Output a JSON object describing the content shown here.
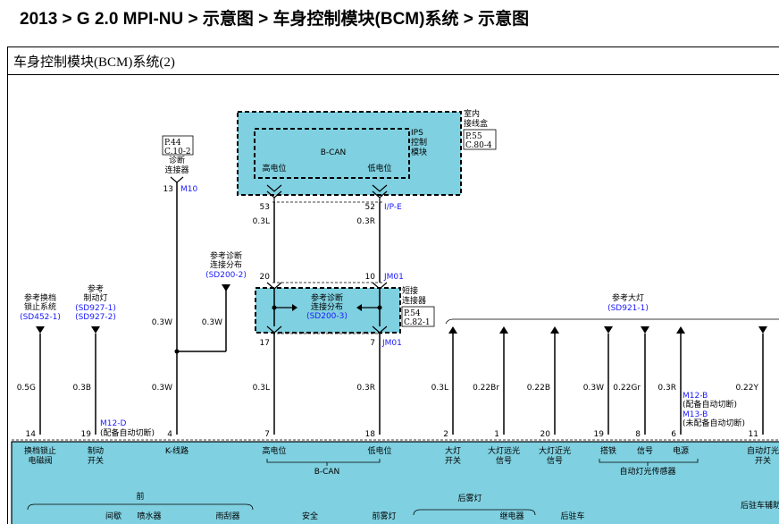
{
  "header": {
    "breadcrumb": "2013 > G 2.0 MPI-NU > 示意图 > 车身控制模块(BCM)系统 > 示意图",
    "subtitle": "车身控制模块(BCM)系统(2)"
  },
  "diagram": {
    "colors": {
      "module_fill": "#7fd0e0",
      "link_text": "#1a1aff",
      "wire": "#000000"
    },
    "junction_box": {
      "label": [
        "室内",
        "接线盒"
      ],
      "ref": [
        "P.55",
        "C.80-4"
      ],
      "ips": [
        "IPS",
        "控制",
        "模块"
      ],
      "bus": "B-CAN",
      "pins": [
        "高电位",
        "低电位"
      ]
    },
    "diag_connector": {
      "ref": [
        "P.44",
        "C.10-2"
      ],
      "label": [
        "诊断",
        "连接器"
      ],
      "pin": "13",
      "conn": "M10"
    },
    "ref_diag_left": {
      "label": [
        "参考诊断",
        "连接分布"
      ],
      "ref": "(SD200-2)"
    },
    "upper_wires": [
      {
        "pin": "53",
        "color": "0.3L"
      },
      {
        "pin": "52",
        "color": "0.3R",
        "conn": "I/P-E"
      }
    ],
    "short_connector": {
      "label": [
        "短接",
        "连接器"
      ],
      "ref": [
        "P.54",
        "C.82-1"
      ],
      "ref_diag": [
        "参考诊断",
        "连接分布"
      ],
      "ref_code": "(SD200-3)",
      "top_pins": [
        "20",
        "10"
      ],
      "bottom_pins": [
        "17",
        "7"
      ],
      "conn": "JM01"
    },
    "left_refs": [
      {
        "label": [
          "参考换档",
          "锁止系统"
        ],
        "code": "(SD452-1)"
      },
      {
        "label": [
          "参考",
          "制动灯"
        ],
        "code": "(SD927-1)",
        "code2": "(SD927-2)"
      }
    ],
    "headlight_ref": {
      "label": "参考大灯",
      "code": "(SD921-1)"
    },
    "mid_wires": [
      "0.3W",
      "0.3W"
    ],
    "lower_wires": [
      "0.5G",
      "0.3B",
      "0.3W",
      "0.3L",
      "0.3R",
      "0.3L",
      "0.22Br",
      "0.22B",
      "0.3W",
      "0.22Gr",
      "0.3R",
      "0.22Y"
    ],
    "m12d": {
      "code": "M12-D",
      "note": "(配备自动切断)"
    },
    "m12b": {
      "code": "M12-B",
      "note": "(配备自动切断)"
    },
    "m13b": {
      "code": "M13-B",
      "note": "(未配备自动切断)"
    },
    "bcm_pins": [
      "14",
      "19",
      "4",
      "7",
      "18",
      "2",
      "1",
      "20",
      "19",
      "8",
      "6",
      "11"
    ],
    "bcm_labels": [
      [
        "换档锁止",
        "电磁阀"
      ],
      [
        "制动",
        "开关"
      ],
      [
        "K-线路"
      ],
      [
        "高电位"
      ],
      [
        "低电位"
      ],
      [
        "大灯",
        "开关"
      ],
      [
        "大灯远光",
        "信号"
      ],
      [
        "大灯近光",
        "信号"
      ],
      [
        "搭铁"
      ],
      [
        "信号"
      ],
      [
        "电源"
      ],
      [
        "自动灯光",
        "开关"
      ]
    ],
    "bcm_bus": "B-CAN",
    "auto_light_sensor": "自动灯光传感器",
    "bcm_groups": [
      "前",
      "间歇",
      "喷水器",
      "雨刮器",
      "安全",
      "前雾灯",
      "后雾灯",
      "继电器",
      "后驻车",
      "后驻车辅助"
    ]
  }
}
